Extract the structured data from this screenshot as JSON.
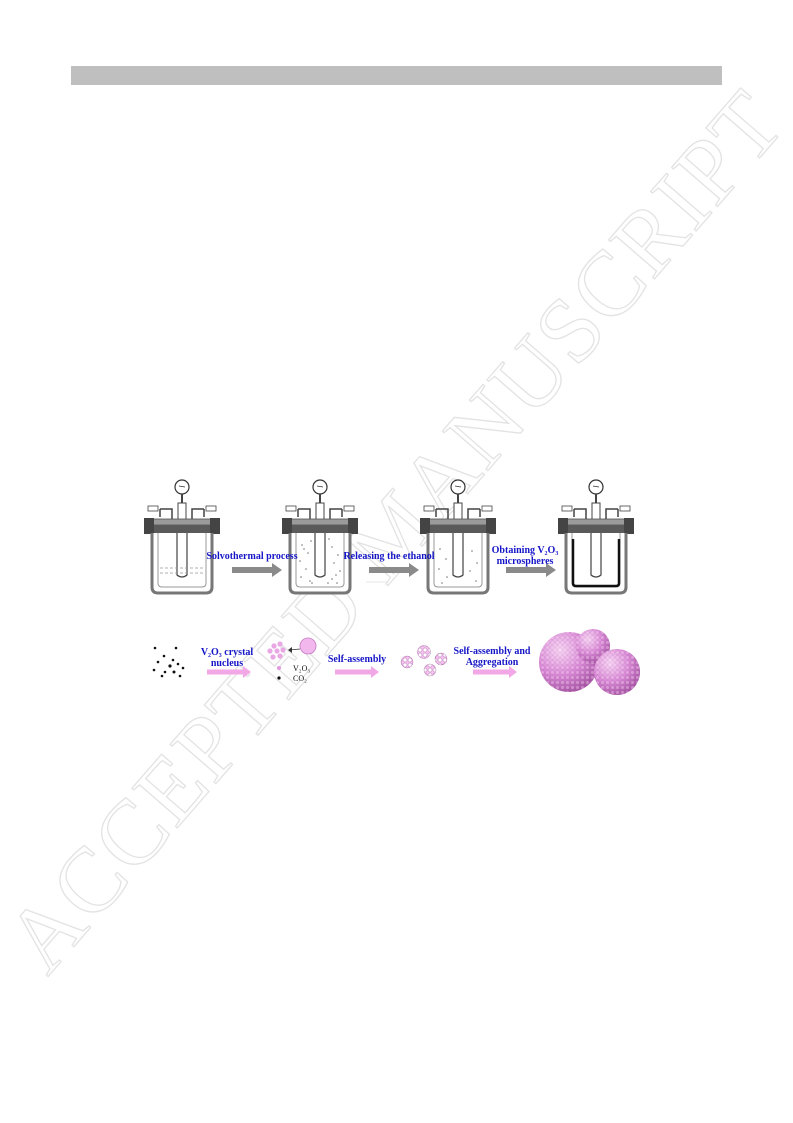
{
  "watermark": {
    "text": "ACCEPTED MANUSCRIPT"
  },
  "process_row": {
    "arrows": [
      {
        "label": "Solvothermal process"
      },
      {
        "label": "Releasing the ethanol"
      },
      {
        "label_line1": "Obtaining V₂O₃",
        "label_line2": "microspheres"
      }
    ]
  },
  "assembly_row": {
    "arrows": [
      {
        "label_line1": "V₂O₃ crystal",
        "label_line2": "nucleus"
      },
      {
        "label": "Self-assembly"
      },
      {
        "label_line1": "Self-assembly and",
        "label_line2": "Aggregation"
      }
    ],
    "legend": [
      {
        "label": "V₂O₃"
      },
      {
        "label": "CO₂"
      }
    ]
  },
  "colors": {
    "arrow_gray": "#8a8a8a",
    "arrow_pink": "#f2a8e6",
    "label_blue": "#1515c8",
    "particle_pink": "#e39adf",
    "sphere_pink": "#d27fcf",
    "watermark": "#e6e6e6"
  }
}
